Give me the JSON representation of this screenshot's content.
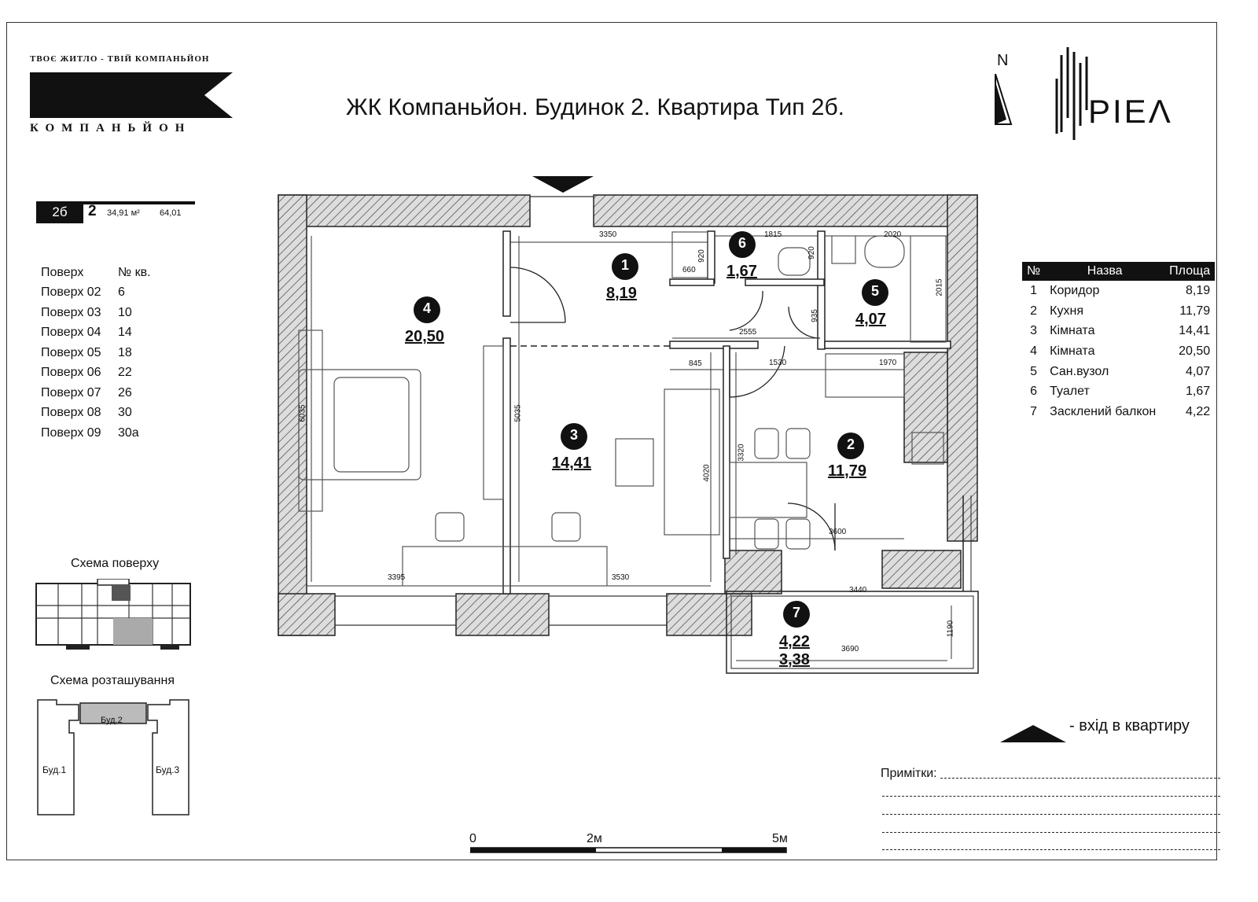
{
  "header": {
    "slogan": "ТВОЄ ЖИТЛО - ТВІЙ КОМПАНЬЙОН",
    "brand": "КОМПАНЬЙОН",
    "title": "ЖК Компаньйон. Будинок 2. Квартира Тип 2б.",
    "north": "N",
    "developer": "PIEΛ"
  },
  "apartment": {
    "type": "2б",
    "rooms": "2",
    "area_living": "34,91 м²",
    "area_total": "64,01"
  },
  "floors_table": {
    "headers": [
      "Поверх",
      "№ кв."
    ],
    "rows": [
      [
        "Поверх 02",
        "6"
      ],
      [
        "Поверх 03",
        "10"
      ],
      [
        "Поверх 04",
        "14"
      ],
      [
        "Поверх 05",
        "18"
      ],
      [
        "Поверх 06",
        "22"
      ],
      [
        "Поверх 07",
        "26"
      ],
      [
        "Поверх 08",
        "30"
      ],
      [
        "Поверх 09",
        "30а"
      ]
    ]
  },
  "rooms_table": {
    "headers": [
      "№",
      "Назва",
      "Площа"
    ],
    "rows": [
      [
        "1",
        "Коридор",
        "8,19"
      ],
      [
        "2",
        "Кухня",
        "11,79"
      ],
      [
        "3",
        "Кімната",
        "14,41"
      ],
      [
        "4",
        "Кімната",
        "20,50"
      ],
      [
        "5",
        "Сан.вузол",
        "4,07"
      ],
      [
        "6",
        "Туалет",
        "1,67"
      ],
      [
        "7",
        "Засклений балкон",
        "4,22"
      ]
    ]
  },
  "plan": {
    "rooms": [
      {
        "num": "1",
        "area": "8,19"
      },
      {
        "num": "2",
        "area": "11,79"
      },
      {
        "num": "3",
        "area": "14,41"
      },
      {
        "num": "4",
        "area": "20,50"
      },
      {
        "num": "5",
        "area": "4,07"
      },
      {
        "num": "6",
        "area": "1,67"
      },
      {
        "num": "7",
        "area": "4,22"
      }
    ],
    "balcony_area_2": "3,38",
    "dims": {
      "d3350": "3350",
      "d1815": "1815",
      "d2020": "2020",
      "d920a": "920",
      "d920b": "920",
      "d660": "660",
      "d935": "935",
      "d2015": "2015",
      "d2555": "2555",
      "d845": "845",
      "d1530": "1530",
      "d1970": "1970",
      "d6035": "6035",
      "d5035": "5035",
      "d4020": "4020",
      "d3320": "3320",
      "d3600": "3600",
      "d3395": "3395",
      "d3530": "3530",
      "d3440": "3440",
      "d1190": "1190",
      "d3690": "3690"
    }
  },
  "schemes": {
    "floor": "Схема поверху",
    "location": "Схема розташування",
    "bud1": "Буд.1",
    "bud2": "Буд.2",
    "bud3": "Буд.3"
  },
  "legend": {
    "entrance": "- вхід в квартиру"
  },
  "notes": {
    "label": "Примітки:"
  },
  "scale": {
    "zero": "0",
    "mid": "2м",
    "end": "5м"
  }
}
